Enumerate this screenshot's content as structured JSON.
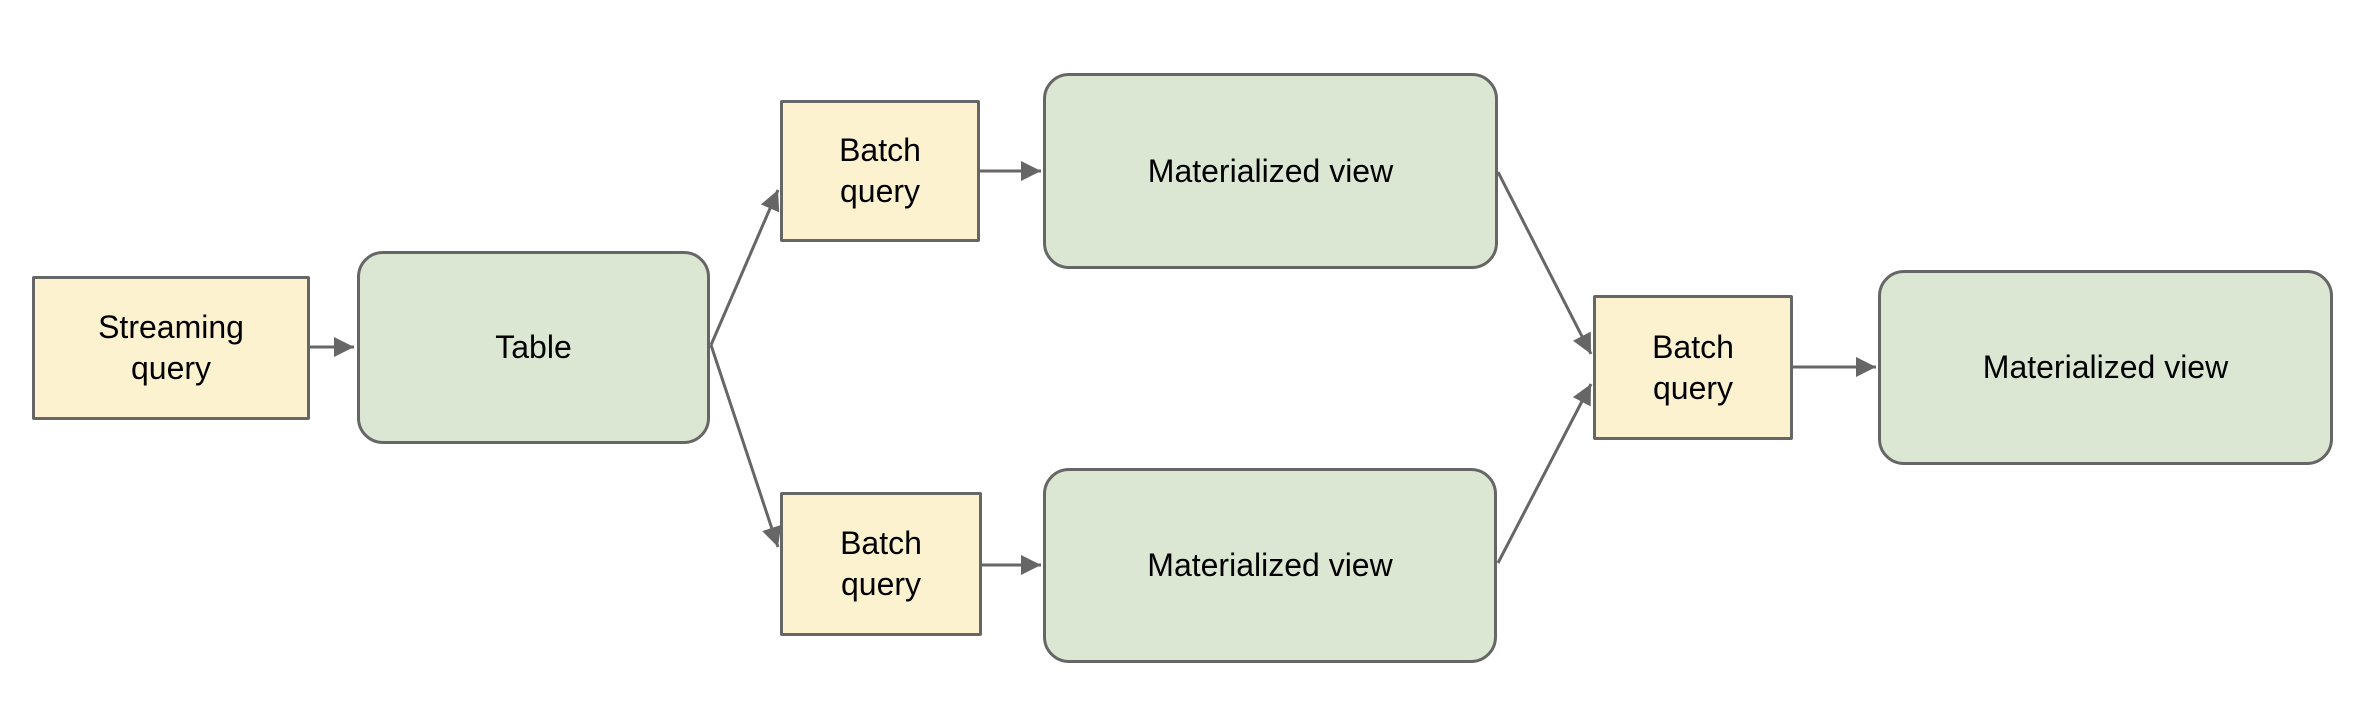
{
  "colors": {
    "query_box_fill": "#fcf2cf",
    "table_view_fill": "#dbe7d2",
    "border": "#666666",
    "arrow": "#666666",
    "text": "#000000",
    "background": "#ffffff"
  },
  "nodes": [
    {
      "id": "streaming-query",
      "label": "Streaming\nquery",
      "shape": "rectangle",
      "fill": "query_box_fill"
    },
    {
      "id": "table",
      "label": "Table",
      "shape": "rounded",
      "fill": "table_view_fill"
    },
    {
      "id": "batch-query-top",
      "label": "Batch\nquery",
      "shape": "rectangle",
      "fill": "query_box_fill"
    },
    {
      "id": "materialized-view-top",
      "label": "Materialized view",
      "shape": "rounded",
      "fill": "table_view_fill"
    },
    {
      "id": "batch-query-bottom",
      "label": "Batch\nquery",
      "shape": "rectangle",
      "fill": "query_box_fill"
    },
    {
      "id": "materialized-view-bottom",
      "label": "Materialized view",
      "shape": "rounded",
      "fill": "table_view_fill"
    },
    {
      "id": "batch-query-right",
      "label": "Batch\nquery",
      "shape": "rectangle",
      "fill": "query_box_fill"
    },
    {
      "id": "materialized-view-right",
      "label": "Materialized view",
      "shape": "rounded",
      "fill": "table_view_fill"
    }
  ],
  "edges": [
    {
      "from": "streaming-query",
      "to": "table"
    },
    {
      "from": "table",
      "to": "batch-query-top"
    },
    {
      "from": "table",
      "to": "batch-query-bottom"
    },
    {
      "from": "batch-query-top",
      "to": "materialized-view-top"
    },
    {
      "from": "batch-query-bottom",
      "to": "materialized-view-bottom"
    },
    {
      "from": "materialized-view-top",
      "to": "batch-query-right"
    },
    {
      "from": "materialized-view-bottom",
      "to": "batch-query-right"
    },
    {
      "from": "batch-query-right",
      "to": "materialized-view-right"
    }
  ]
}
